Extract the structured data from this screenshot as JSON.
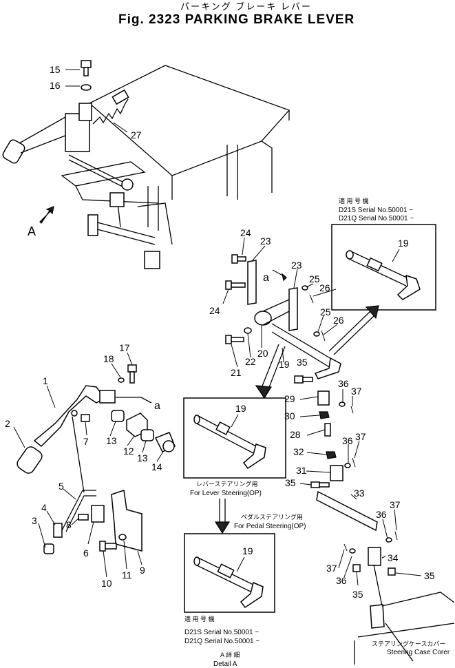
{
  "header": {
    "title_jp": "パーキング ブレーキ レバー",
    "title": "Fig. 2323 PARKING BRAKE LEVER"
  },
  "view_marker": {
    "label": "A",
    "ref_a": "a"
  },
  "callouts": {
    "c1": "1",
    "c2": "2",
    "c3": "3",
    "c4": "4",
    "c5": "5",
    "c6": "6",
    "c7": "7",
    "c8": "8",
    "c9": "9",
    "c10": "10",
    "c11": "11",
    "c12": "12",
    "c13a": "13",
    "c13b": "13",
    "c14": "14",
    "c15": "15",
    "c16": "16",
    "c17": "17",
    "c18": "18",
    "c19a": "19",
    "c19b": "19",
    "c19c": "19",
    "c19d": "19",
    "c20": "20",
    "c21": "21",
    "c22": "22",
    "c23a": "23",
    "c23b": "23",
    "c24a": "24",
    "c24b": "24",
    "c25a": "25",
    "c25b": "25",
    "c26a": "26",
    "c26b": "26",
    "c27": "27",
    "c28": "28",
    "c29": "29",
    "c30": "30",
    "c31": "31",
    "c32": "32",
    "c33": "33",
    "c34": "34",
    "c35a": "35",
    "c35b": "35",
    "c35c": "35",
    "c35d": "35",
    "c36a": "36",
    "c36b": "36",
    "c36c": "36",
    "c36d": "36",
    "c37a": "37",
    "c37b": "37",
    "c37c": "37",
    "c37d": "37"
  },
  "serial_box_top": {
    "jp": "適 用 号 機",
    "line1": "D21S Serial No.50001 ~",
    "line2": "D21Q Serial No.50001 ~"
  },
  "lever_steering_box": {
    "jp": "レバーステアリング用",
    "caption": "For Lever Steering(OP)"
  },
  "pedal_steering": {
    "jp": "ペダルステアリング用",
    "caption": "For Pedal Steering(OP)"
  },
  "serial_box_bottom": {
    "jp": "適 用 号 機",
    "line1": "D21S Serial No.50001 ~",
    "line2": "D21Q Serial No.50001 ~"
  },
  "detail": {
    "jp": "A 詳 細",
    "label": "Detail A"
  },
  "steering_case_cover": {
    "jp": "ステアリングケースカバー",
    "label": "Steering Case Corer"
  }
}
